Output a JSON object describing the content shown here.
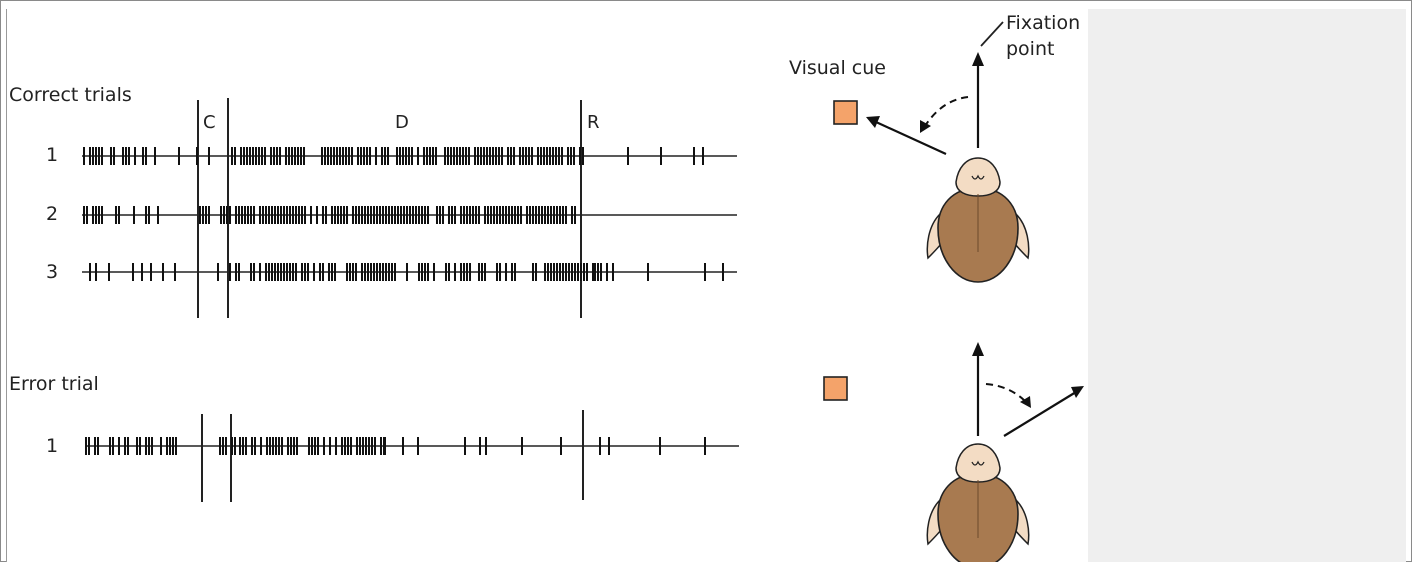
{
  "figure": {
    "correct_heading": "Correct trials",
    "error_heading": "Error trial",
    "period_labels": {
      "cue": "C",
      "delay": "D",
      "response": "R"
    },
    "correct_trial_numbers": [
      "1",
      "2",
      "3"
    ],
    "error_trial_numbers": [
      "1"
    ],
    "visual_cue_label": "Visual cue",
    "fixation_label_line1": "Fixation",
    "fixation_label_line2": "point",
    "cue_color": "#f4a36a",
    "head_color": "#a87a50",
    "face_color": "#f3dcc4"
  }
}
